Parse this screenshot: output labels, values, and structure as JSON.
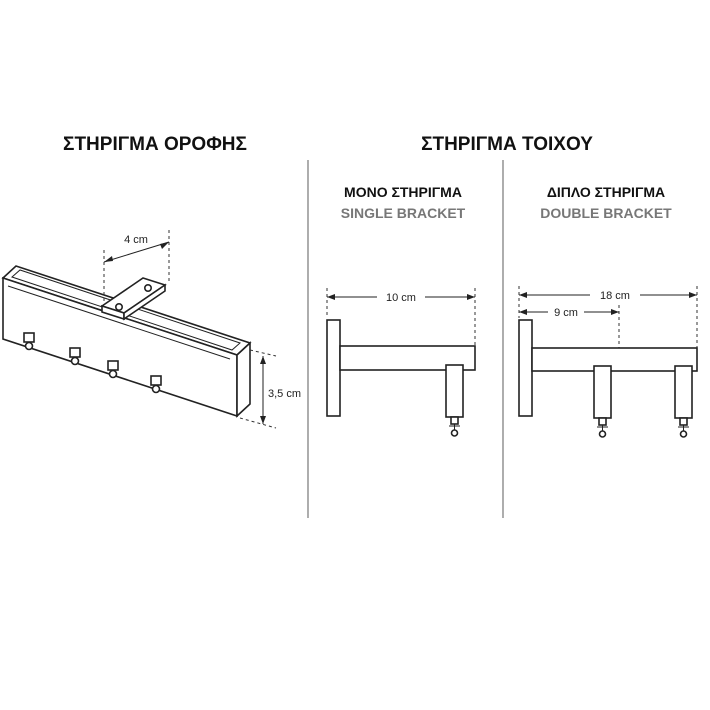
{
  "ceiling_section": {
    "title": "ΣΤΗΡΙΓΜΑ ΟΡΟΦΗΣ",
    "dim_width": "4 cm",
    "dim_height": "3,5 cm"
  },
  "wall_section": {
    "title": "ΣΤΗΡΙΓΜΑ ΤΟΙΧΟΥ",
    "single": {
      "title_gr": "ΜΟΝΟ ΣΤΗΡΙΓΜΑ",
      "title_en": "SINGLE BRACKET",
      "dim_length": "10 cm"
    },
    "double": {
      "title_gr": "ΔΙΠΛΟ ΣΤΗΡΙΓΜΑ",
      "title_en": "DOUBLE BRACKET",
      "dim_total": "18 cm",
      "dim_first": "9 cm"
    }
  },
  "colors": {
    "line": "#222222",
    "subtitle_gray": "#777777",
    "background": "#ffffff"
  }
}
